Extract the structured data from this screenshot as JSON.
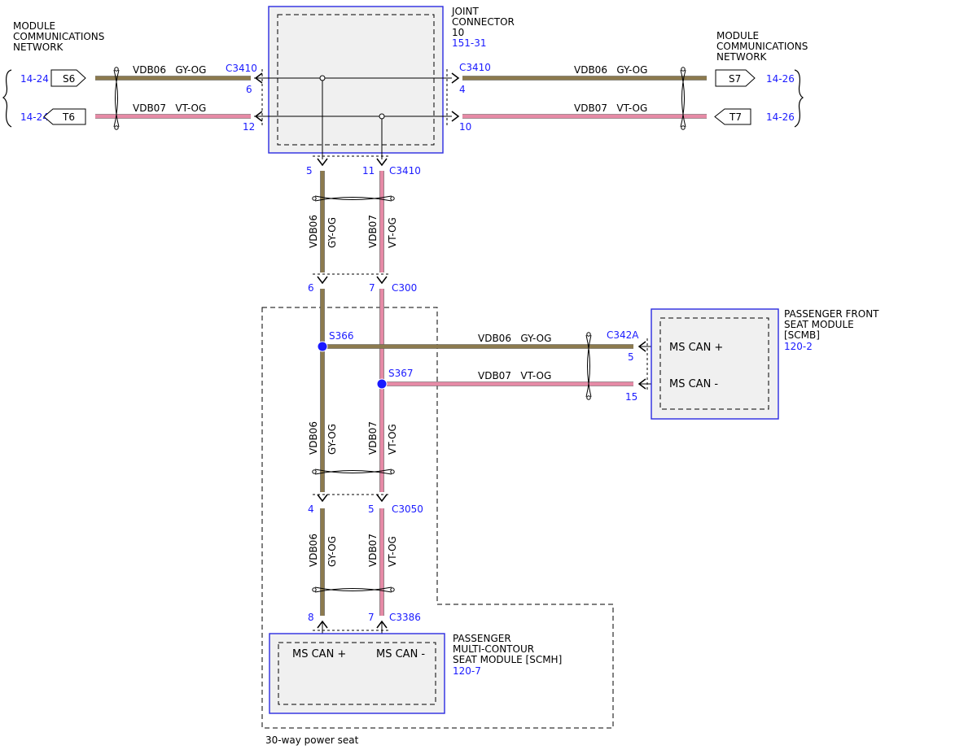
{
  "colors": {
    "gy_og": "#8c7a4e",
    "vt_og": "#e68aa6",
    "blue": "#1a1aff",
    "box_border": "#2a2ae0",
    "box_fill": "#f0f0f0"
  },
  "top": {
    "left_network_label": [
      "MODULE",
      "COMMUNICATIONS",
      "NETWORK"
    ],
    "right_network_label": [
      "MODULE",
      "COMMUNICATIONS",
      "NETWORK"
    ],
    "joint_connector": {
      "name": [
        "JOINT",
        "CONNECTOR",
        "10"
      ],
      "ref": "151-31"
    },
    "left": {
      "s_ref": "14-24",
      "s_tag": "S6",
      "t_ref": "14-24",
      "t_tag": "T6",
      "wire1_label": "VDB06   GY-OG",
      "wire2_label": "VDB07   VT-OG",
      "conn": "C3410",
      "pin1": "6",
      "pin2": "12"
    },
    "right": {
      "s_ref": "14-26",
      "s_tag": "S7",
      "t_ref": "14-26",
      "t_tag": "T7",
      "wire1_label": "VDB06   GY-OG",
      "wire2_label": "VDB07   VT-OG",
      "conn": "C3410",
      "pin1": "4",
      "pin2": "10"
    },
    "down_pin1": "5",
    "down_pin2": "11",
    "down_conn": "C3410"
  },
  "vertical_wire_labels": {
    "w1_circuit": "VDB06",
    "w1_color": "GY-OG",
    "w2_circuit": "VDB07",
    "w2_color": "VT-OG"
  },
  "c300": {
    "pin1": "6",
    "pin2": "7",
    "conn": "C300"
  },
  "splices": {
    "s366": "S366",
    "s367": "S367",
    "wire1_label": "VDB06   GY-OG",
    "wire2_label": "VDB07   VT-OG"
  },
  "scmb": {
    "title": [
      "PASSENGER FRONT",
      "SEAT MODULE",
      "[SCMB]"
    ],
    "ref": "120-2",
    "conn": "C342A",
    "pin1": "5",
    "pin2": "15",
    "pin1_label": "MS CAN +",
    "pin2_label": "MS CAN -"
  },
  "c3050": {
    "pin1": "4",
    "pin2": "5",
    "conn": "C3050"
  },
  "c3386": {
    "pin1": "8",
    "pin2": "7",
    "conn": "C3386"
  },
  "scmh": {
    "title": [
      "PASSENGER",
      "MULTI-CONTOUR",
      "SEAT MODULE [SCMH]"
    ],
    "ref": "120-7",
    "pin1_label": "MS CAN +",
    "pin2_label": "MS CAN -"
  },
  "harness_label": "30-way power seat"
}
